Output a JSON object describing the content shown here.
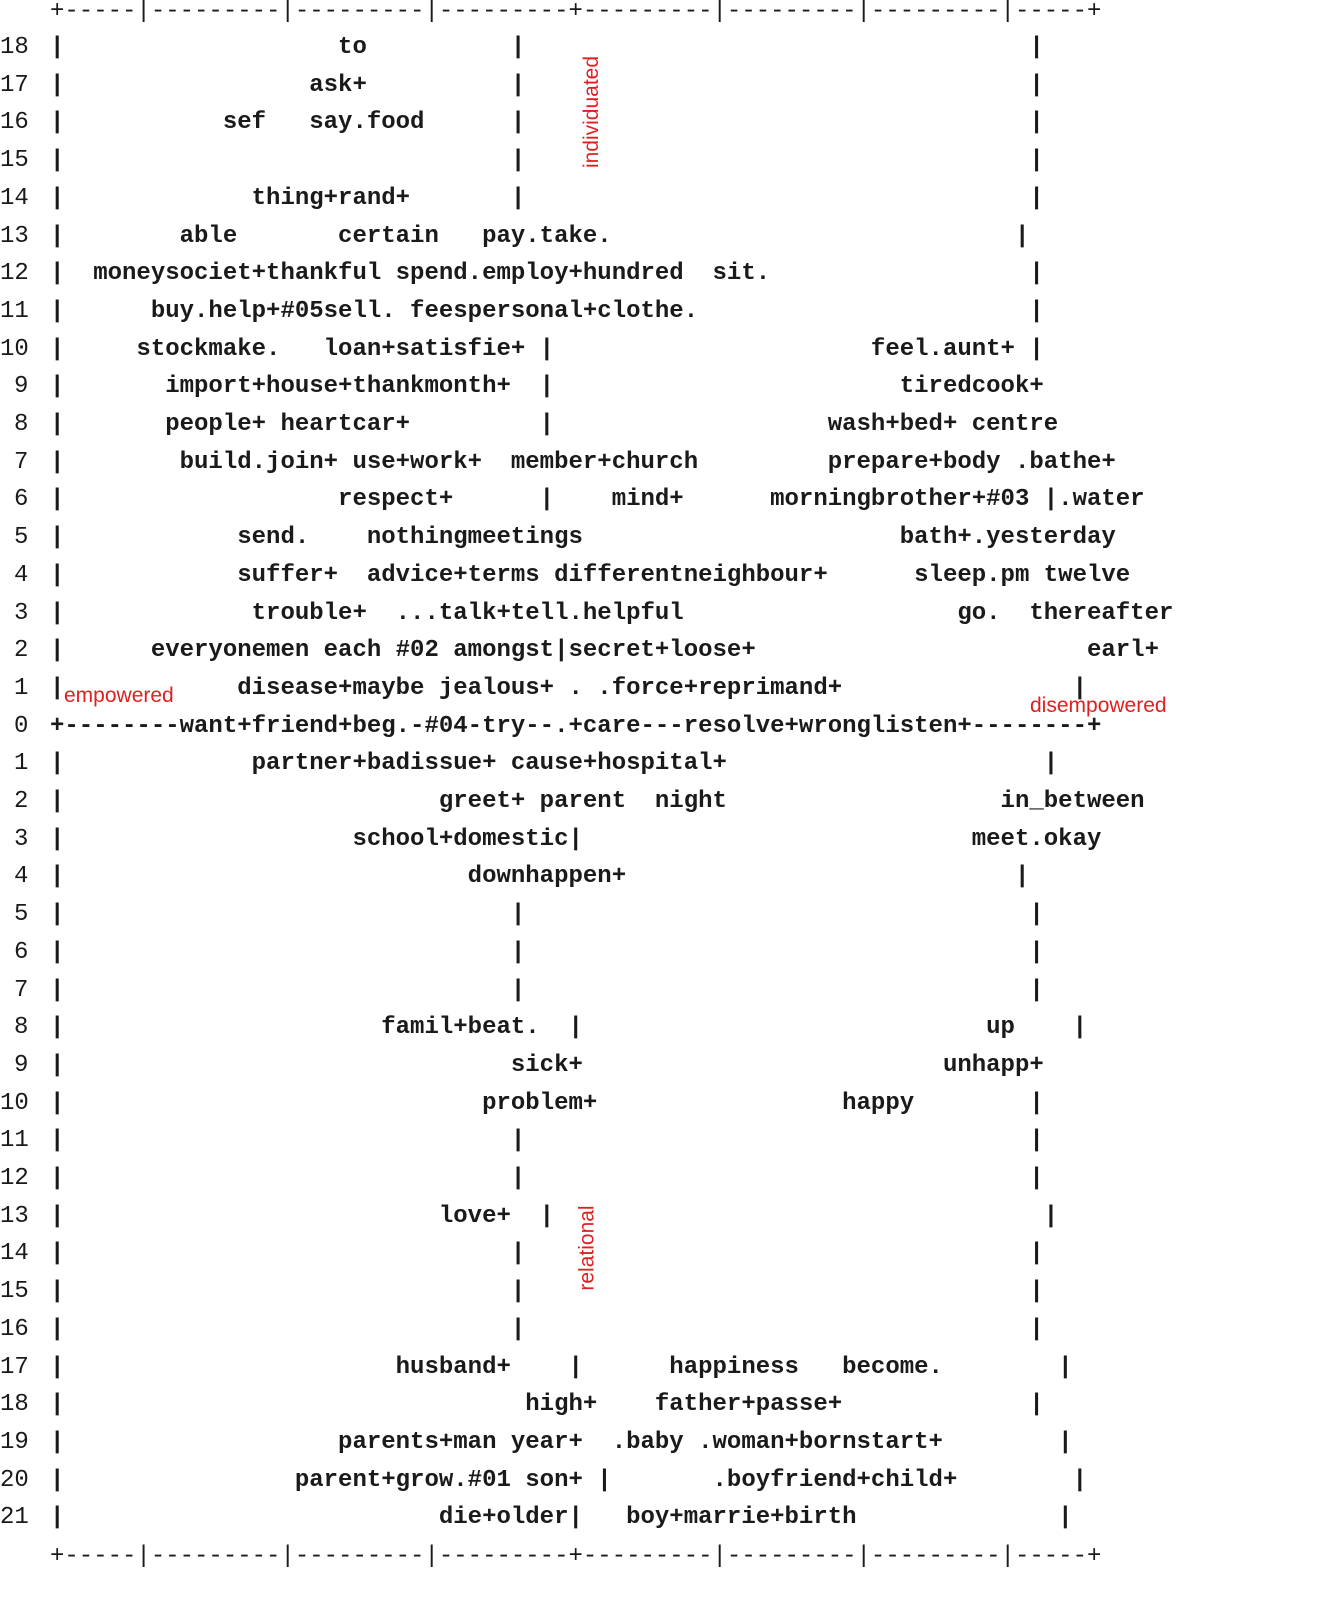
{
  "chart_data": {
    "type": "ascii-scatter",
    "border": "+-----|---------|---------|---------+---------|---------|---------|-----+",
    "axis_line": "+--------want+friend+beg.-#04-try--.+care---resolve+wronglisten+--------+",
    "rows": [
      {
        "label": "18",
        "text": "|                   to          |                                   |"
      },
      {
        "label": "17",
        "text": "|                 ask+          |                                   |"
      },
      {
        "label": "16",
        "text": "|           sef   say.food      |                                   |"
      },
      {
        "label": "15",
        "text": "|                               |                                   |"
      },
      {
        "label": "14",
        "text": "|             thing+rand+       |                                   |"
      },
      {
        "label": "13",
        "text": "|        able       certain   pay.take.                            |"
      },
      {
        "label": "12",
        "text": "|  moneysociet+thankful spend.employ+hundred  sit.                  |"
      },
      {
        "label": "11",
        "text": "|      buy.help+#05sell. feespersonal+clothe.                       |"
      },
      {
        "label": "10",
        "text": "|     stockmake.   loan+satisfie+ |                      feel.aunt+ |"
      },
      {
        "label": "9",
        "text": "|       import+house+thankmonth+  |                        tiredcook+"
      },
      {
        "label": "8",
        "text": "|       people+ heartcar+         |                   wash+bed+ centre"
      },
      {
        "label": "7",
        "text": "|        build.join+ use+work+  member+church         prepare+body .bathe+"
      },
      {
        "label": "6",
        "text": "|                   respect+      |    mind+      morningbrother+#03 |.water"
      },
      {
        "label": "5",
        "text": "|            send.    nothingmeetings                      bath+.yesterday"
      },
      {
        "label": "4",
        "text": "|            suffer+  advice+terms differentneighbour+      sleep.pm twelve"
      },
      {
        "label": "3",
        "text": "|             trouble+  ...talk+tell.helpful                   go.  thereafter"
      },
      {
        "label": "2",
        "text": "|      everyonemen each #02 amongst|secret+loose+                       earl+"
      },
      {
        "label": "1",
        "text": "|            disease+maybe jealous+ . .force+reprimand+                |"
      },
      {
        "label": "0",
        "text": "AXIS"
      },
      {
        "label": "1",
        "text": "|             partner+badissue+ cause+hospital+                      |"
      },
      {
        "label": "2",
        "text": "|                          greet+ parent  night                   in_between"
      },
      {
        "label": "3",
        "text": "|                    school+domestic|                           meet.okay"
      },
      {
        "label": "4",
        "text": "|                            downhappen+                           |"
      },
      {
        "label": "5",
        "text": "|                               |                                   |"
      },
      {
        "label": "6",
        "text": "|                               |                                   |"
      },
      {
        "label": "7",
        "text": "|                               |                                   |"
      },
      {
        "label": "8",
        "text": "|                      famil+beat.  |                            up    |"
      },
      {
        "label": "9",
        "text": "|                               sick+                         unhapp+"
      },
      {
        "label": "10",
        "text": "|                             problem+                 happy        |"
      },
      {
        "label": "11",
        "text": "|                               |                                   |"
      },
      {
        "label": "12",
        "text": "|                               |                                   |"
      },
      {
        "label": "13",
        "text": "|                          love+  |                                  |"
      },
      {
        "label": "14",
        "text": "|                               |                                   |"
      },
      {
        "label": "15",
        "text": "|                               |                                   |"
      },
      {
        "label": "16",
        "text": "|                               |                                   |"
      },
      {
        "label": "17",
        "text": "|                       husband+    |      happiness   become.        |"
      },
      {
        "label": "18",
        "text": "|                                high+    father+passe+             |"
      },
      {
        "label": "19",
        "text": "|                   parents+man year+  .baby .woman+bornstart+        |"
      },
      {
        "label": "20",
        "text": "|                parent+grow.#01 son+ |       .boyfriend+child+        |"
      },
      {
        "label": "21",
        "text": "|                          die+older|   boy+marrie+birth              |"
      }
    ],
    "annotations": {
      "top": "individuated",
      "bottom": "relational",
      "left": "empowered",
      "right": "disempowered"
    },
    "annotation_color": "#e02020"
  }
}
